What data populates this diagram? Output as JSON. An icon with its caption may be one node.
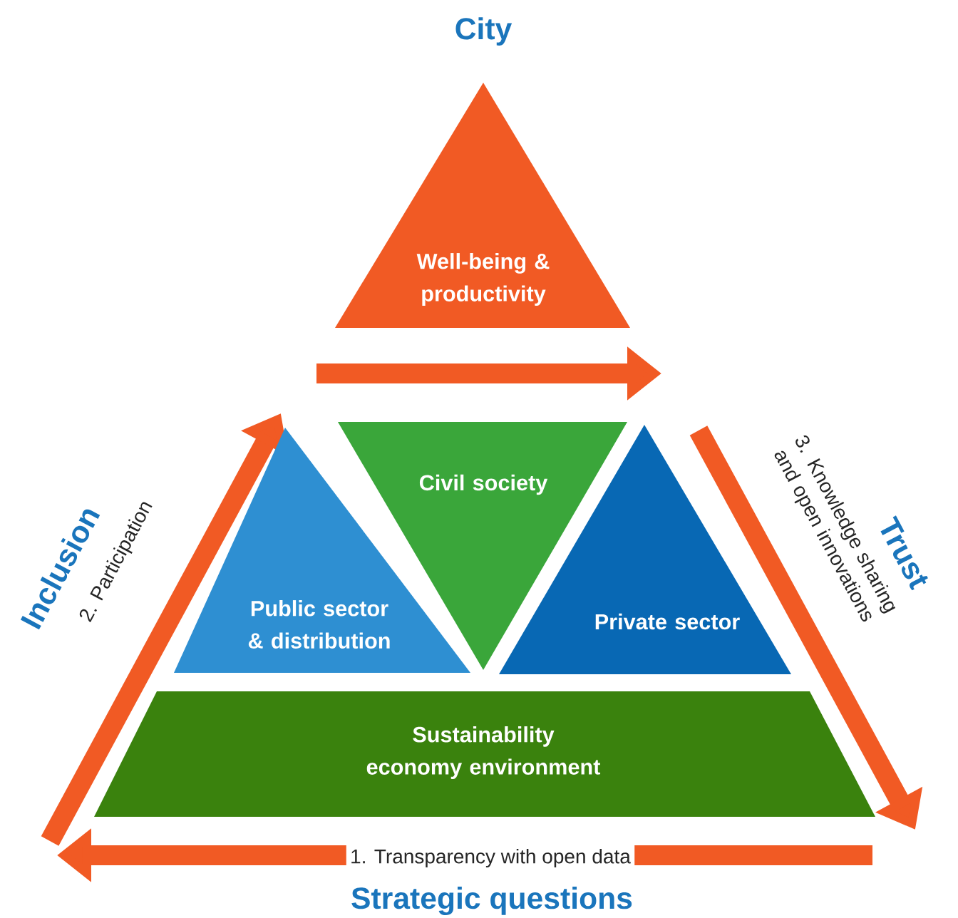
{
  "diagram": {
    "nodes": [
      {
        "text": [
          "Well-being & productivity"
        ]
      },
      {
        "text": [
          "Public sector & distribution"
        ]
      },
      {
        "text": [
          "Civil society"
        ]
      },
      {
        "text": [
          "Private sector"
        ]
      },
      {
        "text": [
          "Sustainability economy environment"
        ]
      }
    ],
    "labels": [
      "City",
      "Inclusion",
      "2. Participation",
      "Trust",
      "3. Knowledge sharing and open innovations",
      "1. Transparency with open data",
      "Strategic questions"
    ]
  }
}
